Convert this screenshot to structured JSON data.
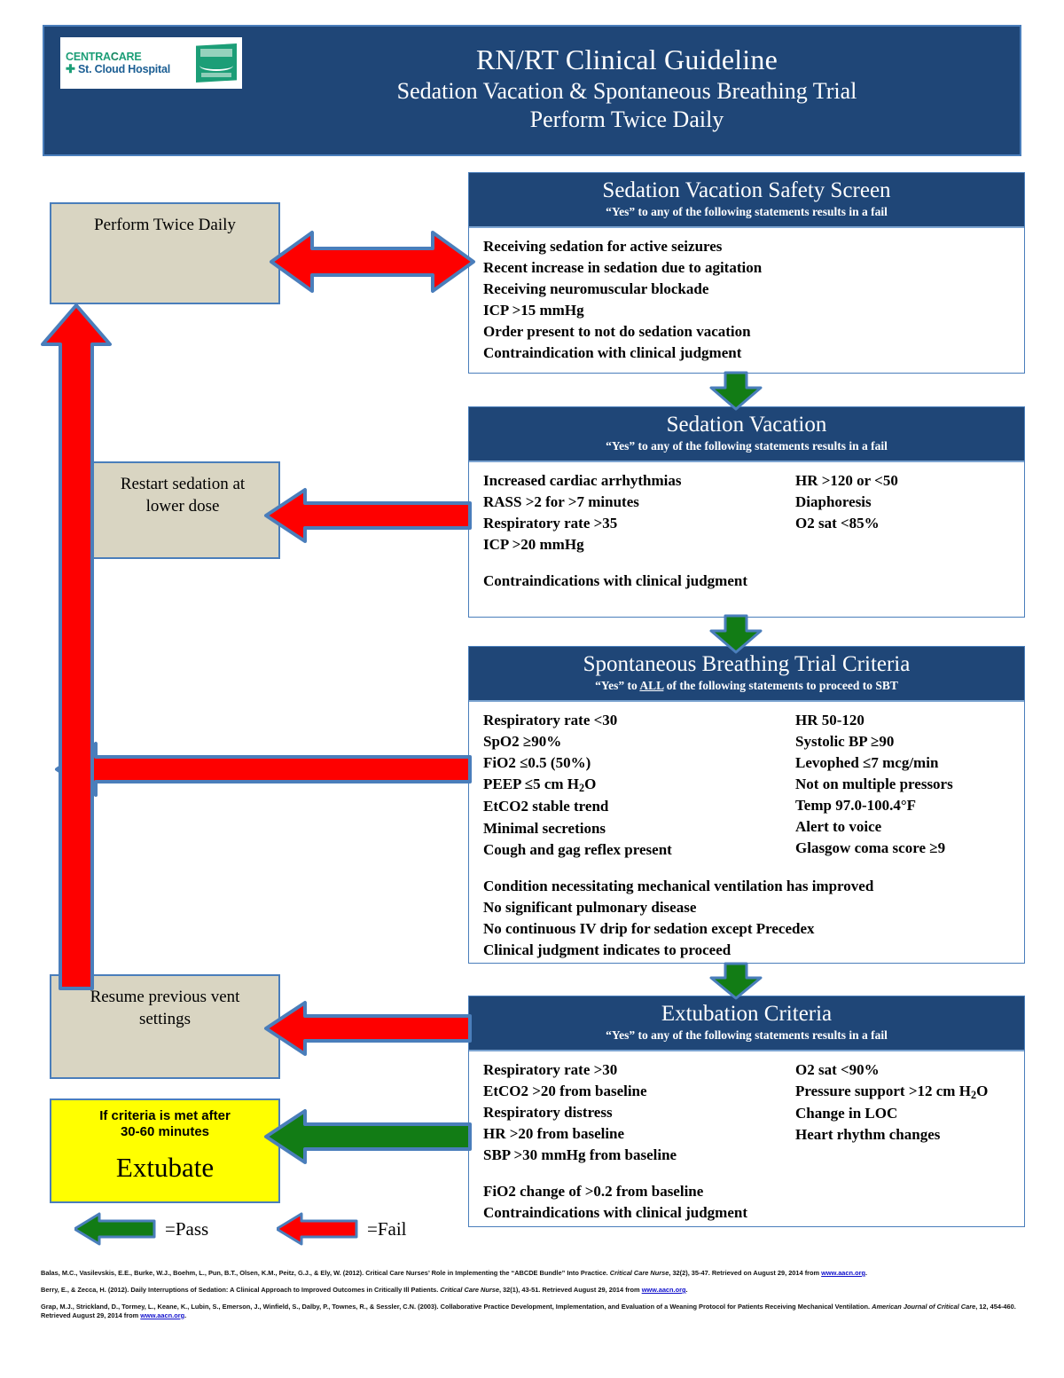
{
  "header": {
    "logo": {
      "brand_line1_a": "C",
      "brand_line1_b": "ENTRA",
      "brand_line1_c": "C",
      "brand_line1_d": "ARE",
      "brand_line2": "St. Cloud Hospital",
      "badge_name": "magnet-recognition-badge"
    },
    "title": "RN/RT Clinical Guideline",
    "subtitle1": "Sedation Vacation & Spontaneous Breathing Trial",
    "subtitle2": "Perform Twice Daily"
  },
  "left_boxes": {
    "perform_twice_daily": "Perform Twice Daily",
    "restart_sedation_l1": "Restart sedation at",
    "restart_sedation_l2": "lower dose",
    "resume_vent_l1": "Resume previous vent",
    "resume_vent_l2": "settings"
  },
  "extubate": {
    "condition_l1": "If criteria is met after",
    "condition_l2": "30-60 minutes",
    "action": "Extubate"
  },
  "panels": {
    "safety_screen": {
      "title": "Sedation Vacation Safety Screen",
      "subtitle_pre": "“Yes” to any of the following statements results in a fail",
      "items": [
        "Receiving sedation for active seizures",
        "Recent increase in sedation due to agitation",
        "Receiving neuromuscular blockade",
        "ICP >15 mmHg",
        "Order present to not do sedation vacation",
        "Contraindication with clinical judgment"
      ]
    },
    "sedation_vacation": {
      "title": "Sedation Vacation",
      "subtitle_pre": "“Yes” to any of the following statements results in a fail",
      "col_left": [
        "Increased cardiac arrhythmias",
        "RASS >2 for >7 minutes",
        "Respiratory rate >35",
        "ICP >20 mmHg"
      ],
      "col_right": [
        "HR >120 or <50",
        "Diaphoresis",
        "O2 sat <85%"
      ],
      "footer": "Contraindications with clinical judgment"
    },
    "sbt_criteria": {
      "title": "Spontaneous Breathing Trial Criteria",
      "subtitle_a": "“Yes” to ",
      "subtitle_all": "ALL",
      "subtitle_b": " of the following statements to proceed to SBT",
      "col_left": [
        "Respiratory rate <30",
        "SpO2 ≥90%",
        "FiO2 ≤0.5 (50%)",
        "PEEP ≤5 cm H2O",
        "EtCO2 stable trend",
        "Minimal secretions",
        "Cough and gag reflex present"
      ],
      "col_right": [
        "HR 50-120",
        "Systolic BP ≥90",
        "Levophed ≤7 mcg/min",
        "Not on multiple pressors",
        "Temp 97.0-100.4°F",
        "Alert to voice",
        "Glasgow coma score ≥9"
      ],
      "footer_items": [
        "Condition necessitating mechanical ventilation has improved",
        "No significant pulmonary disease",
        "No continuous IV drip for sedation except Precedex",
        "Clinical judgment indicates to proceed"
      ]
    },
    "extubation_criteria": {
      "title": "Extubation Criteria",
      "subtitle_pre": "“Yes” to any of the following statements results in a fail",
      "col_left": [
        "Respiratory rate >30",
        "EtCO2 >20 from baseline",
        "Respiratory distress",
        "HR >20 from baseline",
        "SBP >30 mmHg from baseline"
      ],
      "col_right": [
        "O2 sat <90%",
        "Pressure support >12 cm H2O",
        "Change in LOC",
        "Heart rhythm changes"
      ],
      "footer_items": [
        "FiO2 change of >0.2 from baseline",
        "Contraindications with clinical judgment"
      ]
    }
  },
  "legend": {
    "pass_label": "=Pass",
    "fail_label": "=Fail"
  },
  "colors": {
    "header_blue": "#1f4677",
    "border_blue": "#4a7ebb",
    "tan": "#d9d5c2",
    "yellow": "#ffff00",
    "pass_green": "#127c15",
    "fail_red": "#fe0000"
  },
  "references": [
    {
      "text_a": "Balas, M.C., Vasilevskis, E.E., Burke, W.J., Boehm, L., Pun, B.T., Olsen, K.M., Peitz, G.J., & Ely, W. (2012). Critical Care Nurses’ Role in Implementing the “ABCDE Bundle” Into Practice. ",
      "italic": "Critical Care Nurse",
      "text_b": ", 32(2), 35-47. Retrieved on August 29, 2014 from ",
      "link": "www.aacn.org",
      "text_c": "."
    },
    {
      "text_a": "Berry, E., & Zecca, H. (2012). Daily Interruptions of Sedation: A Clinical Approach to Improved Outcomes in Critically Ill Patients. ",
      "italic": "Critical Care Nurse",
      "text_b": ", 32(1), 43-51. Retrieved August 29, 2014 from ",
      "link": "www.aacn.org",
      "text_c": "."
    },
    {
      "text_a": "Grap, M.J., Strickland, D., Tormey, L., Keane, K., Lubin, S., Emerson, J., Winfield, S., Dalby, P., Townes, R., & Sessler, C.N. (2003). Collaborative Practice Development, Implementation, and Evaluation of a Weaning Protocol for Patients Receiving Mechanical Ventilation. ",
      "italic": "American Journal of Critical Care",
      "text_b": ", 12, 454-460. Retrieved August 29, 2014 from ",
      "link": "www.aacn.org",
      "text_c": "."
    }
  ]
}
